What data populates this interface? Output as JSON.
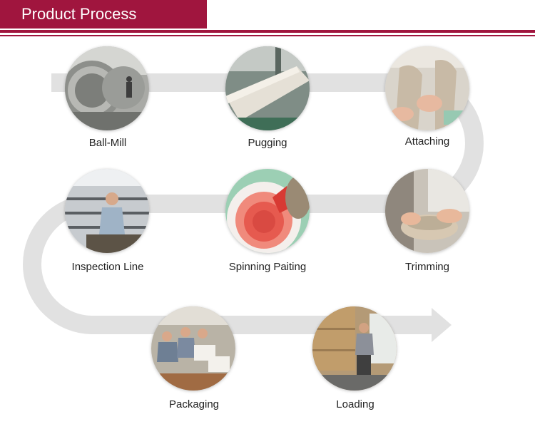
{
  "header": {
    "title": "Product Process",
    "color": "#a0153e"
  },
  "steps": [
    {
      "label": "Ball-Mill",
      "icon": "ball-mill-photo"
    },
    {
      "label": "Pugging",
      "icon": "pugging-photo"
    },
    {
      "label": "Attaching",
      "icon": "attaching-photo"
    },
    {
      "label": "Trimming",
      "icon": "trimming-photo"
    },
    {
      "label": "Spinning Paiting",
      "icon": "spinning-painting-photo"
    },
    {
      "label": "Inspection Line",
      "icon": "inspection-line-photo"
    },
    {
      "label": "Packaging",
      "icon": "packaging-photo"
    },
    {
      "label": "Loading",
      "icon": "loading-photo"
    }
  ],
  "flow_color": "#e1e1e1"
}
